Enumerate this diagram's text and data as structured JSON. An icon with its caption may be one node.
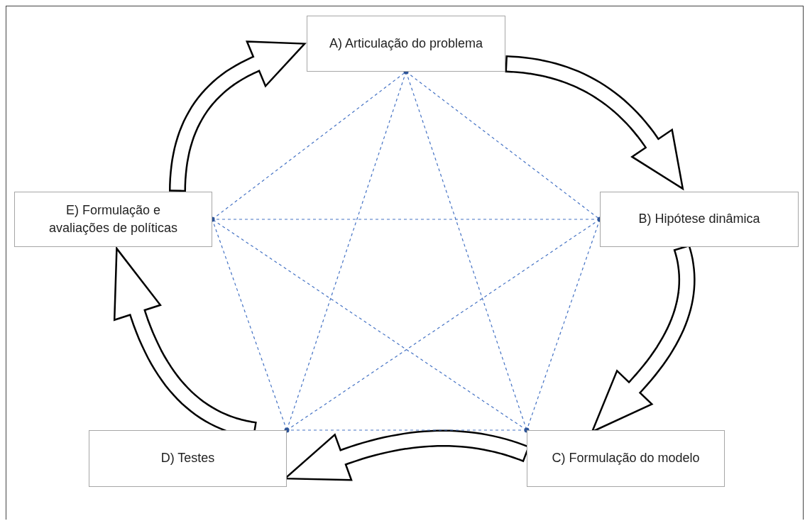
{
  "diagram": {
    "nodes": [
      {
        "text": [
          "A) Articulação do problema"
        ]
      },
      {
        "text": [
          "B) Hipótese dinâmica"
        ]
      },
      {
        "text": [
          "C) Formulação do modelo"
        ]
      },
      {
        "text": [
          "D) Testes"
        ]
      },
      {
        "text": [
          "E) Formulação e avaliações de políticas"
        ]
      }
    ],
    "edges": [
      {
        "from": 0,
        "to": 1,
        "arrow": "to",
        "style": "thick",
        "color": "#000000"
      },
      {
        "from": 1,
        "to": 2,
        "arrow": "to",
        "style": "thick",
        "color": "#000000"
      },
      {
        "from": 2,
        "to": 3,
        "arrow": "to",
        "style": "thick",
        "color": "#000000"
      },
      {
        "from": 3,
        "to": 4,
        "arrow": "to",
        "style": "thick",
        "color": "#000000"
      },
      {
        "from": 4,
        "to": 0,
        "arrow": "to",
        "style": "thick",
        "color": "#000000"
      },
      {
        "from": 0,
        "to": 1,
        "arrow": "other",
        "style": "dashed",
        "color": "#4472c4"
      },
      {
        "from": 1,
        "to": 2,
        "arrow": "other",
        "style": "dashed",
        "color": "#4472c4"
      },
      {
        "from": 2,
        "to": 3,
        "arrow": "other",
        "style": "dashed",
        "color": "#4472c4"
      },
      {
        "from": 3,
        "to": 4,
        "arrow": "other",
        "style": "dashed",
        "color": "#4472c4"
      },
      {
        "from": 4,
        "to": 0,
        "arrow": "other",
        "style": "dashed",
        "color": "#4472c4"
      },
      {
        "from": 0,
        "to": 2,
        "arrow": "other",
        "style": "dashed",
        "color": "#4472c4"
      },
      {
        "from": 0,
        "to": 3,
        "arrow": "other",
        "style": "dashed",
        "color": "#4472c4"
      },
      {
        "from": 1,
        "to": 3,
        "arrow": "other",
        "style": "dashed",
        "color": "#4472c4"
      },
      {
        "from": 1,
        "to": 4,
        "arrow": "other",
        "style": "dashed",
        "color": "#4472c4"
      },
      {
        "from": 2,
        "to": 4,
        "arrow": "other",
        "style": "dashed",
        "color": "#4472c4"
      }
    ]
  }
}
